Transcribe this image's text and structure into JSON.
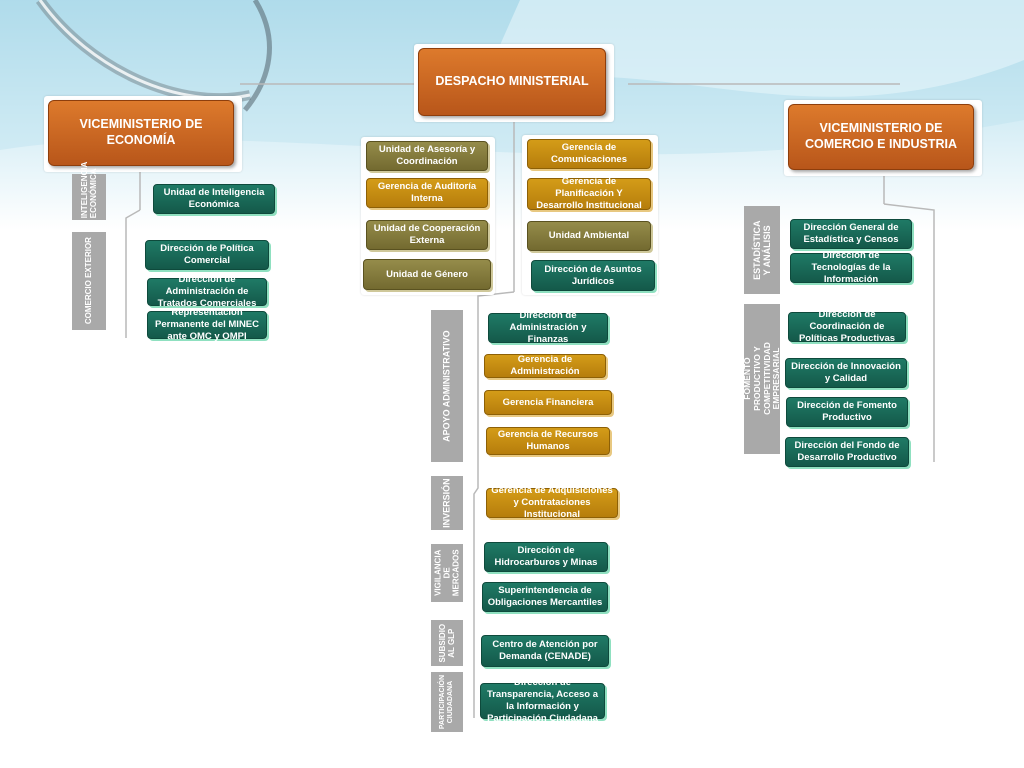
{
  "top": {
    "title": "DESPACHO MINISTERIAL"
  },
  "left": {
    "title": "VICEMINISTERIO DE ECONOMÍA",
    "sections": [
      {
        "label": "INTELIGENCIA ECONÓMICA",
        "units": [
          "Unidad de Inteligencia Económica"
        ]
      },
      {
        "label": "COMERCIO EXTERIOR",
        "units": [
          "Dirección de Política Comercial",
          "Dirección de Administración de Tratados Comerciales",
          "Representación Permanente del MINEC ante OMC y OMPI"
        ]
      }
    ]
  },
  "center": {
    "advisory_left": [
      "Unidad de Asesoría y Coordinación",
      "Gerencia de Auditoría Interna",
      "Unidad de Cooperación Externa",
      "Unidad de Género"
    ],
    "advisory_right": [
      "Gerencia de Comunicaciones",
      "Gerencia de Planificación Y Desarrollo Institucional",
      "Unidad Ambiental",
      "Dirección de Asuntos Jurídicos"
    ],
    "sections": [
      {
        "label": "APOYO ADMINISTRATIVO",
        "units": [
          "Dirección de Administración y Finanzas",
          "Gerencia de Administración",
          "Gerencia Financiera",
          "Gerencia de Recursos Humanos"
        ]
      },
      {
        "label": "INVERSIÓN",
        "units": [
          "Gerencia de Adquisiciones y Contrataciones Institucional"
        ]
      },
      {
        "label": "VIGILANCIA DE MERCADOS",
        "units": [
          "Dirección de Hidrocarburos y Minas",
          "Superintendencia de Obligaciones Mercantiles"
        ]
      },
      {
        "label": "SUBSIDIO AL GLP",
        "units": [
          "Centro de Atención por Demanda (CENADE)"
        ]
      },
      {
        "label": "PARTICIPACIÓN CIUDADANA",
        "units": [
          "Dirección de Transparencia, Acceso a la Información y Participación Ciudadana"
        ]
      }
    ]
  },
  "right": {
    "title": "VICEMINISTERIO DE COMERCIO E INDUSTRIA",
    "sections": [
      {
        "label": "ESTADÍSTICA Y ANÁLISIS",
        "units": [
          "Dirección General de Estadística y Censos",
          "Dirección de Tecnologías de la Información"
        ]
      },
      {
        "label": "FOMENTO PRODUCTIVO Y COMPETITIVIDAD EMPRESARIAL",
        "units": [
          "Dirección de Coordinación de Políticas Productivas",
          "Dirección de Innovación y Calidad",
          "Dirección de Fomento Productivo",
          "Dirección del Fondo de Desarrollo Productivo"
        ]
      }
    ]
  }
}
